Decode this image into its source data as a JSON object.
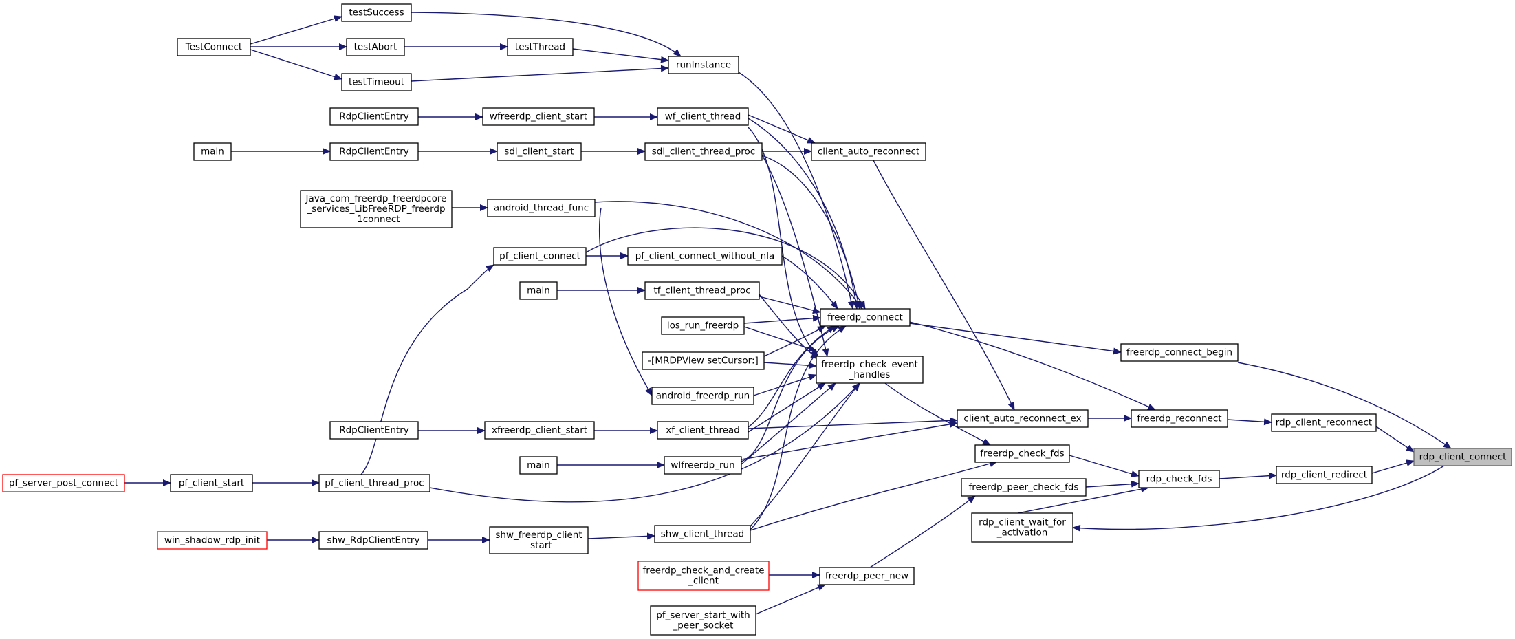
{
  "colors": {
    "edge": "#191970",
    "node_border": "#000000",
    "external_border": "#ff0000",
    "root_fill": "#bfbfbf"
  },
  "nodes": [
    {
      "id": "testSuccess",
      "lines": [
        "testSuccess"
      ]
    },
    {
      "id": "TestConnect",
      "lines": [
        "TestConnect"
      ]
    },
    {
      "id": "testAbort",
      "lines": [
        "testAbort"
      ]
    },
    {
      "id": "testThread",
      "lines": [
        "testThread"
      ]
    },
    {
      "id": "runInstance",
      "lines": [
        "runInstance"
      ]
    },
    {
      "id": "testTimeout",
      "lines": [
        "testTimeout"
      ]
    },
    {
      "id": "RdpClientEntry1",
      "lines": [
        "RdpClientEntry"
      ]
    },
    {
      "id": "wfreerdp_client_start",
      "lines": [
        "wfreerdp_client_start"
      ]
    },
    {
      "id": "wf_client_thread",
      "lines": [
        "wf_client_thread"
      ]
    },
    {
      "id": "main1",
      "lines": [
        "main"
      ]
    },
    {
      "id": "RdpClientEntry2",
      "lines": [
        "RdpClientEntry"
      ]
    },
    {
      "id": "sdl_client_start",
      "lines": [
        "sdl_client_start"
      ]
    },
    {
      "id": "sdl_client_thread_proc",
      "lines": [
        "sdl_client_thread_proc"
      ]
    },
    {
      "id": "client_auto_reconnect",
      "lines": [
        "client_auto_reconnect"
      ]
    },
    {
      "id": "java_connect",
      "lines": [
        "Java_com_freerdp_freerdpcore",
        "_services_LibFreeRDP_freerdp",
        "_1connect"
      ]
    },
    {
      "id": "android_thread_func",
      "lines": [
        "android_thread_func"
      ]
    },
    {
      "id": "pf_client_connect",
      "lines": [
        "pf_client_connect"
      ]
    },
    {
      "id": "pf_client_connect_without_nla",
      "lines": [
        "pf_client_connect_without_nla"
      ]
    },
    {
      "id": "main2",
      "lines": [
        "main"
      ]
    },
    {
      "id": "tf_client_thread_proc",
      "lines": [
        "tf_client_thread_proc"
      ]
    },
    {
      "id": "freerdp_connect",
      "lines": [
        "freerdp_connect"
      ]
    },
    {
      "id": "ios_run_freerdp",
      "lines": [
        "ios_run_freerdp"
      ]
    },
    {
      "id": "freerdp_check_event_handles",
      "lines": [
        "freerdp_check_event",
        "_handles"
      ]
    },
    {
      "id": "mrdpview_setcursor",
      "lines": [
        "-[MRDPView setCursor:]"
      ]
    },
    {
      "id": "android_freerdp_run",
      "lines": [
        "android_freerdp_run"
      ]
    },
    {
      "id": "freerdp_connect_begin",
      "lines": [
        "freerdp_connect_begin"
      ]
    },
    {
      "id": "RdpClientEntry3",
      "lines": [
        "RdpClientEntry"
      ]
    },
    {
      "id": "xfreerdp_client_start",
      "lines": [
        "xfreerdp_client_start"
      ]
    },
    {
      "id": "xf_client_thread",
      "lines": [
        "xf_client_thread"
      ]
    },
    {
      "id": "client_auto_reconnect_ex",
      "lines": [
        "client_auto_reconnect_ex"
      ]
    },
    {
      "id": "freerdp_reconnect",
      "lines": [
        "freerdp_reconnect"
      ]
    },
    {
      "id": "rdp_client_reconnect",
      "lines": [
        "rdp_client_reconnect"
      ]
    },
    {
      "id": "freerdp_check_fds",
      "lines": [
        "freerdp_check_fds"
      ]
    },
    {
      "id": "main3",
      "lines": [
        "main"
      ]
    },
    {
      "id": "wlfreerdp_run",
      "lines": [
        "wlfreerdp_run"
      ]
    },
    {
      "id": "rdp_client_connect",
      "lines": [
        "rdp_client_connect"
      ]
    },
    {
      "id": "pf_server_post_connect",
      "lines": [
        "pf_server_post_connect"
      ]
    },
    {
      "id": "pf_client_start",
      "lines": [
        "pf_client_start"
      ]
    },
    {
      "id": "pf_client_thread_proc",
      "lines": [
        "pf_client_thread_proc"
      ]
    },
    {
      "id": "rdp_check_fds",
      "lines": [
        "rdp_check_fds"
      ]
    },
    {
      "id": "rdp_client_redirect",
      "lines": [
        "rdp_client_redirect"
      ]
    },
    {
      "id": "freerdp_peer_check_fds",
      "lines": [
        "freerdp_peer_check_fds"
      ]
    },
    {
      "id": "rdp_client_wait_for_activation",
      "lines": [
        "rdp_client_wait_for",
        "_activation"
      ]
    },
    {
      "id": "win_shadow_rdp_init",
      "lines": [
        "win_shadow_rdp_init"
      ]
    },
    {
      "id": "shw_RdpClientEntry",
      "lines": [
        "shw_RdpClientEntry"
      ]
    },
    {
      "id": "shw_freerdp_client_start",
      "lines": [
        "shw_freerdp_client",
        "_start"
      ]
    },
    {
      "id": "shw_client_thread",
      "lines": [
        "shw_client_thread"
      ]
    },
    {
      "id": "freerdp_check_and_create_client",
      "lines": [
        "freerdp_check_and_create",
        "_client"
      ]
    },
    {
      "id": "freerdp_peer_new",
      "lines": [
        "freerdp_peer_new"
      ]
    },
    {
      "id": "pf_server_start_with_peer_socket",
      "lines": [
        "pf_server_start_with",
        "_peer_socket"
      ]
    }
  ]
}
